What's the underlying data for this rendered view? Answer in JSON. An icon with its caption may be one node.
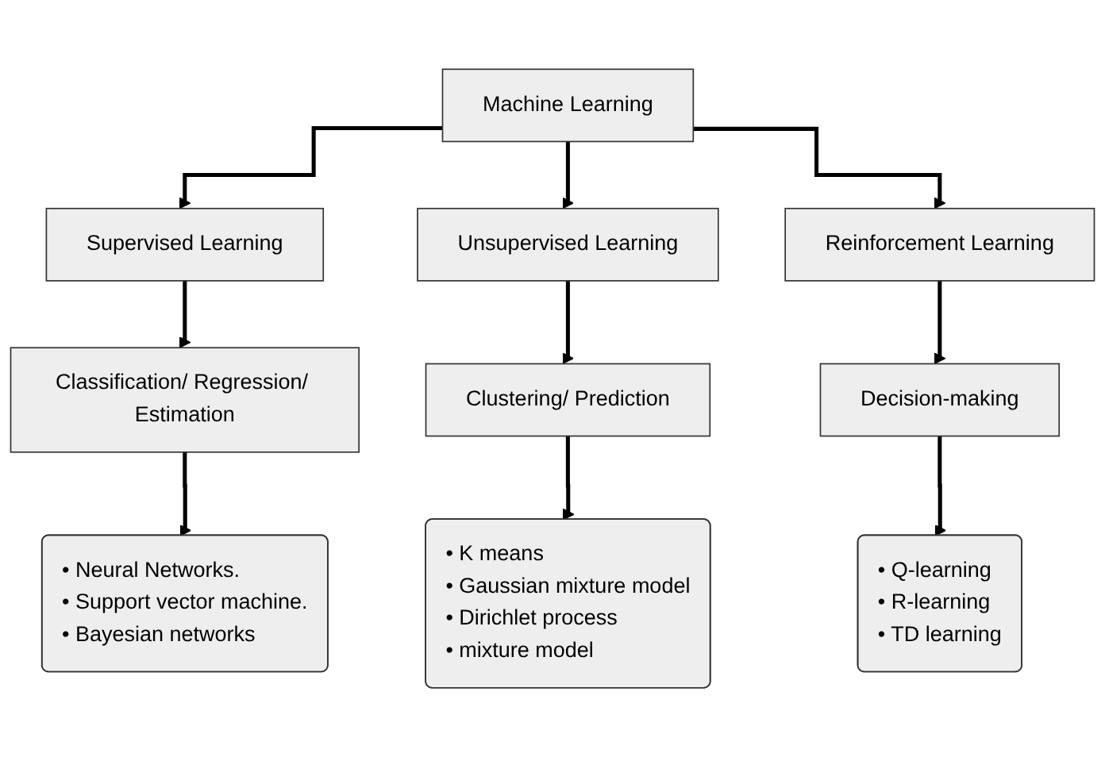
{
  "diagram": {
    "nodes": [
      {
        "text": [
          "Machine Learning"
        ]
      },
      {
        "text": [
          "Supervised Learning"
        ]
      },
      {
        "text": [
          "Unsupervised Learning"
        ]
      },
      {
        "text": [
          "Reinforcement Learning"
        ]
      },
      {
        "text": [
          "Classification/ Regression/ Estimation"
        ]
      },
      {
        "text": [
          "Clustering/ Prediction"
        ]
      },
      {
        "text": [
          "Decision-making"
        ]
      },
      {
        "text": [
          "• Neural Networks.",
          "• Support vector machine.",
          "• Bayesian networks"
        ]
      },
      {
        "text": [
          "• K means",
          "• Gaussian mixture model",
          "• Dirichlet process",
          "• mixture model"
        ]
      },
      {
        "text": [
          "• Q-learning",
          "• R-learning",
          "• TD learning"
        ]
      }
    ],
    "edges": [
      {
        "from": 0,
        "to": 1,
        "arrow": "to"
      },
      {
        "from": 0,
        "to": 2,
        "arrow": "to"
      },
      {
        "from": 0,
        "to": 3,
        "arrow": "to"
      },
      {
        "from": 1,
        "to": 4,
        "arrow": "to"
      },
      {
        "from": 2,
        "to": 5,
        "arrow": "to"
      },
      {
        "from": 3,
        "to": 6,
        "arrow": "to"
      },
      {
        "from": 4,
        "to": 7,
        "arrow": "to"
      },
      {
        "from": 5,
        "to": 8,
        "arrow": "to"
      },
      {
        "from": 6,
        "to": 9,
        "arrow": "to"
      }
    ]
  }
}
